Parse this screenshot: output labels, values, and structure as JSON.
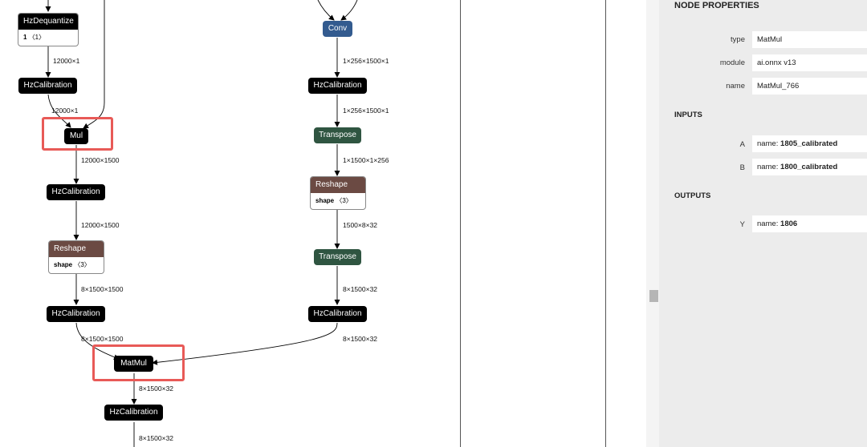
{
  "graph": {
    "nodes": {
      "hzdequantize": {
        "label": "HzDequantize",
        "attr_key": "1",
        "attr_val": "〈1〉"
      },
      "hzcal_1": {
        "label": "HzCalibration"
      },
      "mul": {
        "label": "Mul"
      },
      "hzcal_2": {
        "label": "HzCalibration"
      },
      "reshape_left": {
        "label": "Reshape",
        "attr_key": "shape",
        "attr_val": "〈3〉"
      },
      "hzcal_3": {
        "label": "HzCalibration"
      },
      "matmul": {
        "label": "MatMul"
      },
      "hzcal_4": {
        "label": "HzCalibration"
      },
      "conv": {
        "label": "Conv"
      },
      "hzcal_r1": {
        "label": "HzCalibration"
      },
      "transpose_1": {
        "label": "Transpose"
      },
      "reshape_right": {
        "label": "Reshape",
        "attr_key": "shape",
        "attr_val": "〈3〉"
      },
      "transpose_2": {
        "label": "Transpose"
      },
      "hzcal_r2": {
        "label": "HzCalibration"
      }
    },
    "edge_labels": {
      "l1": "12000×1",
      "l2": "12000×1",
      "l3": "12000×1500",
      "l4": "12000×1500",
      "l5": "8×1500×1500",
      "l6": "8×1500×1500",
      "l7": "8×1500×32",
      "l8": "8×1500×32",
      "r1": "1×256×1500×1",
      "r2": "1×256×1500×1",
      "r3": "1×1500×1×256",
      "r4": "1500×8×32",
      "r5": "8×1500×32",
      "r6": "8×1500×32"
    }
  },
  "sidebar": {
    "title": "NODE PROPERTIES",
    "properties": [
      {
        "label": "type",
        "value": "MatMul"
      },
      {
        "label": "module",
        "value": "ai.onnx v13"
      },
      {
        "label": "name",
        "value": "MatMul_766"
      }
    ],
    "inputs_title": "INPUTS",
    "inputs": [
      {
        "label": "A",
        "prefix": "name: ",
        "value": "1805_calibrated"
      },
      {
        "label": "B",
        "prefix": "name: ",
        "value": "1800_calibrated"
      }
    ],
    "outputs_title": "OUTPUTS",
    "outputs": [
      {
        "label": "Y",
        "prefix": "name: ",
        "value": "1806"
      }
    ]
  }
}
